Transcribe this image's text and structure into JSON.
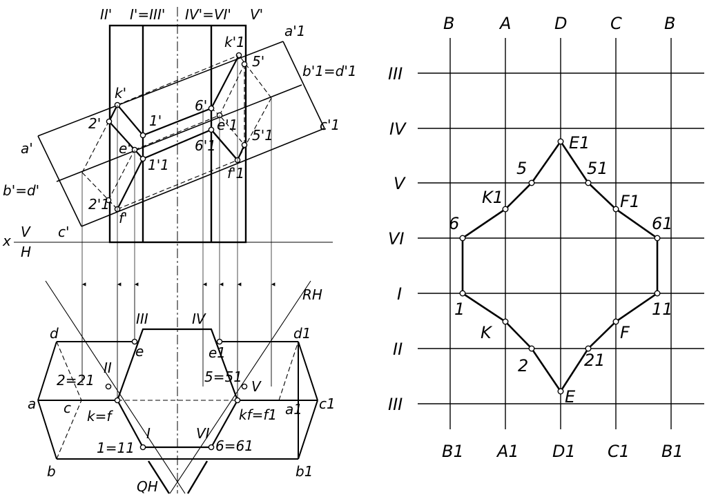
{
  "projections": {
    "axis_x": "x",
    "axis_v": "V",
    "axis_h": "H",
    "front_edges": [
      "II'",
      "I'=III'",
      "IV'=VI'",
      "V'"
    ],
    "front_points": [
      "a'",
      "a'1",
      "b'=d'",
      "b'1=d'1",
      "c'",
      "c'1",
      "k'",
      "k'1",
      "1'",
      "1'1",
      "2'",
      "2'1",
      "e'",
      "e'1",
      "f'",
      "f'1",
      "5'",
      "5'1",
      "6'",
      "6'1"
    ],
    "top_points": [
      "a",
      "b",
      "c",
      "d",
      "a1",
      "b1",
      "c1",
      "d1",
      "e",
      "e1",
      "2=21",
      "5=51",
      "k=f",
      "kf=f1",
      "1=11",
      "6=61"
    ],
    "top_edges": [
      "II",
      "III",
      "IV",
      "V",
      "I",
      "VI"
    ],
    "planes": [
      "RH",
      "QH"
    ]
  },
  "development": {
    "columns_top": [
      "B",
      "A",
      "D",
      "C",
      "B"
    ],
    "columns_bottom": [
      "B1",
      "A1",
      "D1",
      "C1",
      "B1"
    ],
    "rows": [
      "III",
      "IV",
      "V",
      "VI",
      "I",
      "II",
      "III"
    ],
    "points": [
      "E1",
      "5",
      "51",
      "K1",
      "F1",
      "6",
      "61",
      "1",
      "11",
      "K",
      "F",
      "2",
      "21",
      "E"
    ]
  }
}
